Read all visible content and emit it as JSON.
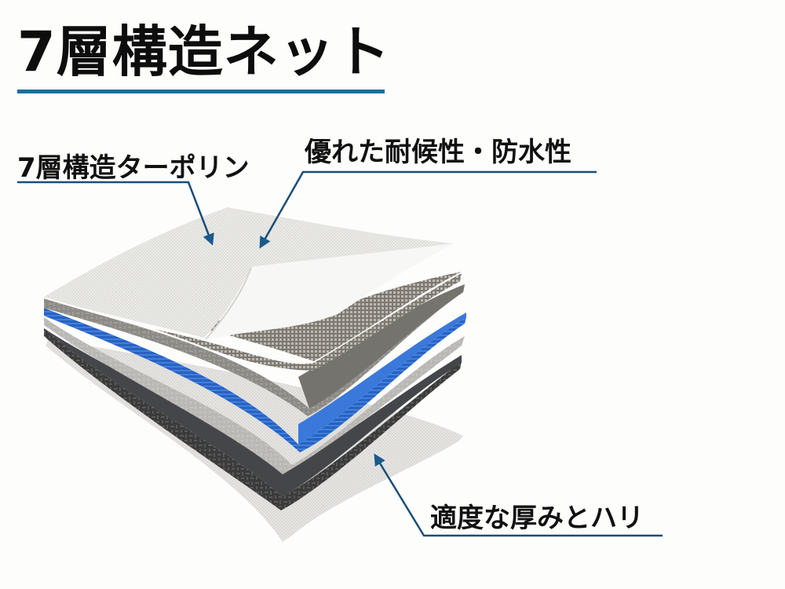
{
  "title": "7層構造ネット",
  "colors": {
    "accent": "#1e6b9c",
    "leader_line": "#1a4e78",
    "background": "#fdfdfc",
    "text": "#111111",
    "layer_blue": "#2f6fd0"
  },
  "callouts": [
    {
      "label": "7層構造ターポリン"
    },
    {
      "label": "優れた耐候性・防水性"
    },
    {
      "label": "適度な厚みとハリ"
    }
  ],
  "illustration": {
    "subject": "7-layer tarpaulin cross-section",
    "layers": [
      {
        "name": "top-white-layer",
        "color": "#eceae6"
      },
      {
        "name": "silver-mesh-layer",
        "color": "#9a9690"
      },
      {
        "name": "gray-textured-layer",
        "color": "#8d8b86"
      },
      {
        "name": "blue-mesh-layer",
        "color": "#2f6fd0"
      },
      {
        "name": "light-gray-textured-layer",
        "color": "#b9b8b5"
      },
      {
        "name": "black-textured-layer",
        "color": "#3a3b3a"
      },
      {
        "name": "bottom-white-layer",
        "color": "#e7e6e3"
      }
    ]
  }
}
